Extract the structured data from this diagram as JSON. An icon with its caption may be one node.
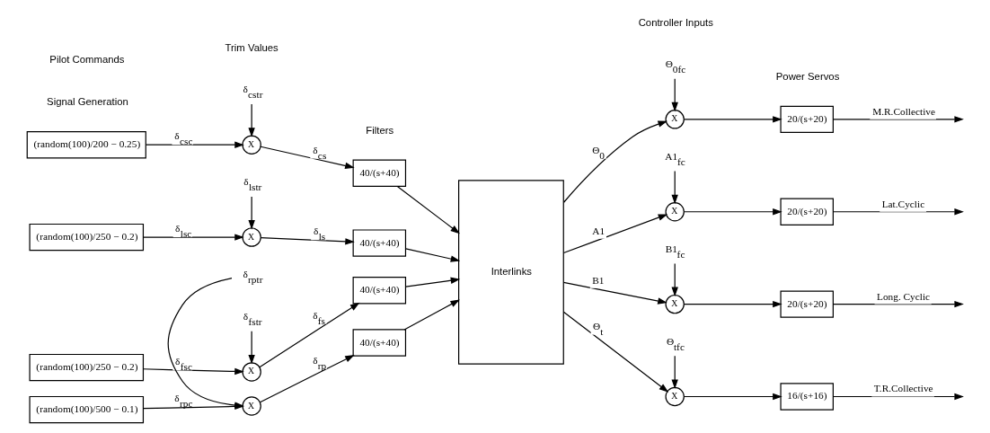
{
  "diagram": {
    "nodes": [
      {
        "text": [
          "(random(100)/200 − 0.25)"
        ]
      },
      {
        "text": [
          "(random(100)/250 − 0.2)"
        ]
      },
      {
        "text": [
          "(random(100)/250 − 0.2)"
        ]
      },
      {
        "text": [
          "(random(100)/500 − 0.1)"
        ]
      },
      {
        "text": [
          "δ$_{cstr}$"
        ]
      },
      {
        "text": [
          "δ$_{lstr}$"
        ]
      },
      {
        "text": [
          "δ$_{fstr}$"
        ]
      },
      {
        "text": [
          "δ$_{rptr}$"
        ]
      },
      {
        "text": [
          "X"
        ]
      },
      {
        "text": [
          "X"
        ]
      },
      {
        "text": [
          "X"
        ]
      },
      {
        "text": [
          "X"
        ]
      },
      {
        "text": [
          "40/(s+40)"
        ]
      },
      {
        "text": [
          "40/(s+40)"
        ]
      },
      {
        "text": [
          "40/(s+40)"
        ]
      },
      {
        "text": [
          "40/(s+40)"
        ]
      },
      {
        "text": [
          "Interlinks"
        ]
      },
      {
        "text": [
          "Θ$_{0fc}$"
        ]
      },
      {
        "text": [
          "A1$_{fc}$"
        ]
      },
      {
        "text": [
          "B1$_{fc}$"
        ]
      },
      {
        "text": [
          "Θ$_{tfc}$"
        ]
      },
      {
        "text": [
          "X"
        ]
      },
      {
        "text": [
          "X"
        ]
      },
      {
        "text": [
          "X"
        ]
      },
      {
        "text": [
          "X"
        ]
      },
      {
        "text": [
          "20/(s+20)"
        ]
      },
      {
        "text": [
          "20/(s+20)"
        ]
      },
      {
        "text": [
          "20/(s+20)"
        ]
      },
      {
        "text": [
          "16/(s+16)"
        ]
      }
    ],
    "edges": [
      {
        "from": 0,
        "to": 8,
        "arrow": "to",
        "label": "δ$_{csc}$"
      },
      {
        "from": 1,
        "to": 9,
        "arrow": "to",
        "label": "δ$_{lsc}$"
      },
      {
        "from": 2,
        "to": 10,
        "arrow": "to",
        "label": "δ$_{fsc}$"
      },
      {
        "from": 3,
        "to": 11,
        "arrow": "to",
        "label": "δ$_{rpc}$"
      },
      {
        "from": 4,
        "to": 8,
        "arrow": "to"
      },
      {
        "from": 5,
        "to": 9,
        "arrow": "to"
      },
      {
        "from": 6,
        "to": 10,
        "arrow": "to"
      },
      {
        "from": 7,
        "to": 11,
        "arrow": "to"
      },
      {
        "from": 8,
        "to": 12,
        "arrow": "to",
        "label": "δ$_{cs}$"
      },
      {
        "from": 9,
        "to": 13,
        "arrow": "to",
        "label": "δ$_{ls}$"
      },
      {
        "from": 10,
        "to": 14,
        "arrow": "to",
        "label": "δ$_{fs}$"
      },
      {
        "from": 11,
        "to": 15,
        "arrow": "to",
        "label": "δ$_{rp}$"
      },
      {
        "from": 12,
        "to": 16,
        "arrow": "to"
      },
      {
        "from": 13,
        "to": 16,
        "arrow": "to"
      },
      {
        "from": 14,
        "to": 16,
        "arrow": "to"
      },
      {
        "from": 15,
        "to": 16,
        "arrow": "to"
      },
      {
        "from": 16,
        "to": 21,
        "arrow": "to",
        "label": "Θ$_{0}$"
      },
      {
        "from": 16,
        "to": 22,
        "arrow": "to",
        "label": "A1"
      },
      {
        "from": 16,
        "to": 23,
        "arrow": "to",
        "label": "B1"
      },
      {
        "from": 16,
        "to": 24,
        "arrow": "to",
        "label": "Θ$_{t}$"
      },
      {
        "from": 17,
        "to": 21,
        "arrow": "to"
      },
      {
        "from": 18,
        "to": 22,
        "arrow": "to"
      },
      {
        "from": 19,
        "to": 23,
        "arrow": "to"
      },
      {
        "from": 20,
        "to": 24,
        "arrow": "to"
      },
      {
        "from": 21,
        "to": 25,
        "arrow": "to"
      },
      {
        "from": 22,
        "to": 26,
        "arrow": "to"
      },
      {
        "from": 23,
        "to": 27,
        "arrow": "to"
      },
      {
        "from": 24,
        "to": 28,
        "arrow": "to"
      },
      {
        "from": 25,
        "to": null,
        "arrow": "to",
        "label": "M.R.Collective"
      },
      {
        "from": 26,
        "to": null,
        "arrow": "to",
        "label": "Lat.Cyclic"
      },
      {
        "from": 27,
        "to": null,
        "arrow": "to",
        "label": "Long. Cyclic"
      },
      {
        "from": 28,
        "to": null,
        "arrow": "to",
        "label": "T.R.Collective"
      }
    ],
    "labels": [
      "Controller Inputs",
      "Trim Values",
      "Signal Generation",
      "Filters",
      "Power Servos",
      "Pilot Commands"
    ]
  }
}
